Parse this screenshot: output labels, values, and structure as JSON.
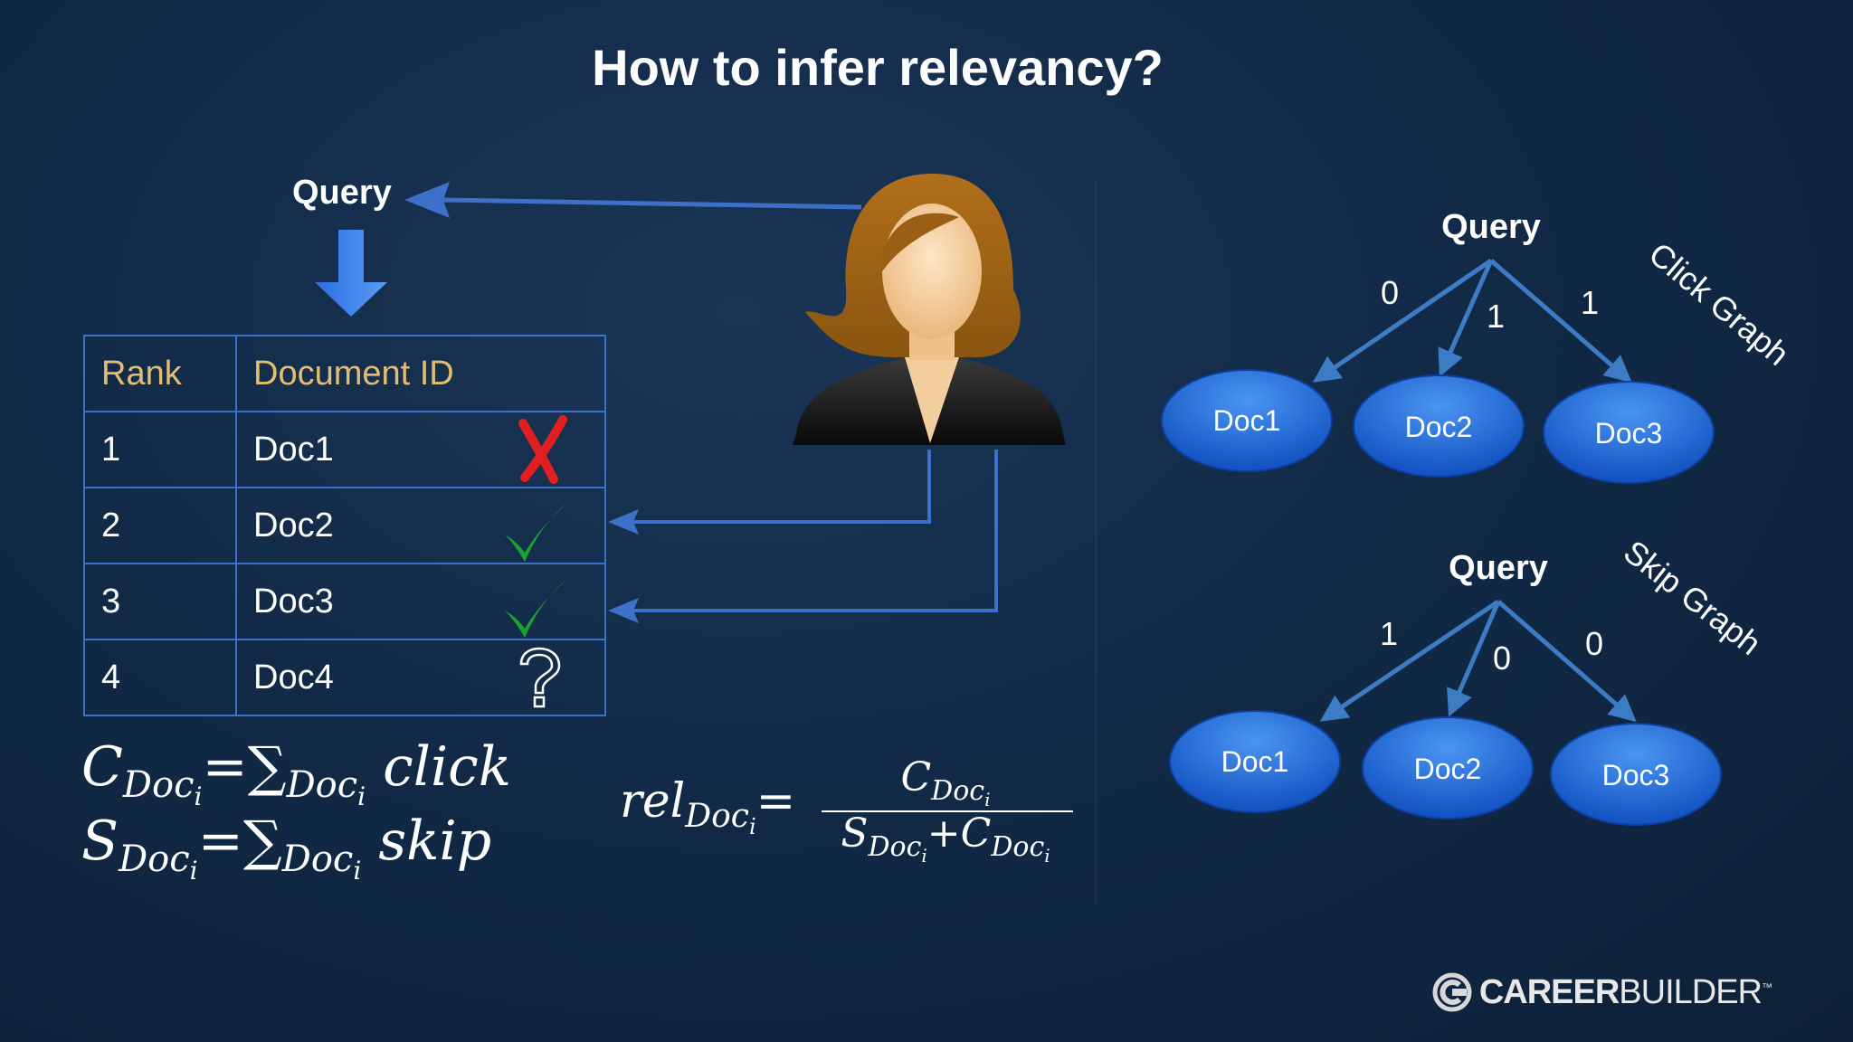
{
  "title": "How to infer relevancy?",
  "left": {
    "query_label": "Query",
    "table": {
      "headers": [
        "Rank",
        "Document ID"
      ],
      "rows": [
        {
          "rank": "1",
          "doc": "Doc1",
          "mark": "red-x-icon"
        },
        {
          "rank": "2",
          "doc": "Doc2",
          "mark": "green-check-icon"
        },
        {
          "rank": "3",
          "doc": "Doc3",
          "mark": "green-check-icon"
        },
        {
          "rank": "4",
          "doc": "Doc4",
          "mark": "question-mark-icon"
        }
      ]
    },
    "formula_click": {
      "lhs": "C",
      "sub": "Doc",
      "subsub": "i",
      "sum_sub": "Doc",
      "sum_subsub": "i",
      "term": "click"
    },
    "formula_skip": {
      "lhs": "S",
      "sub": "Doc",
      "subsub": "i",
      "sum_sub": "Doc",
      "sum_subsub": "i",
      "term": "skip"
    },
    "formula_rel": {
      "lhs": "rel",
      "sub": "Doc",
      "subsub": "i",
      "num": "C",
      "den_a": "S",
      "den_b": "C"
    }
  },
  "click_graph": {
    "title": "Click Graph",
    "root": "Query",
    "nodes": [
      "Doc1",
      "Doc2",
      "Doc3"
    ],
    "edge_labels": [
      "0",
      "1",
      "1"
    ]
  },
  "skip_graph": {
    "title": "Skip Graph",
    "root": "Query",
    "nodes": [
      "Doc1",
      "Doc2",
      "Doc3"
    ],
    "edge_labels": [
      "1",
      "0",
      "0"
    ]
  },
  "logo": {
    "bold": "CAREER",
    "light": "BUILDER",
    "tm": "™"
  },
  "colors": {
    "accent": "#3d70c8",
    "header_text": "#e3bd72",
    "node_fill": "#1e66d8",
    "edge": "#3b7cc4"
  }
}
